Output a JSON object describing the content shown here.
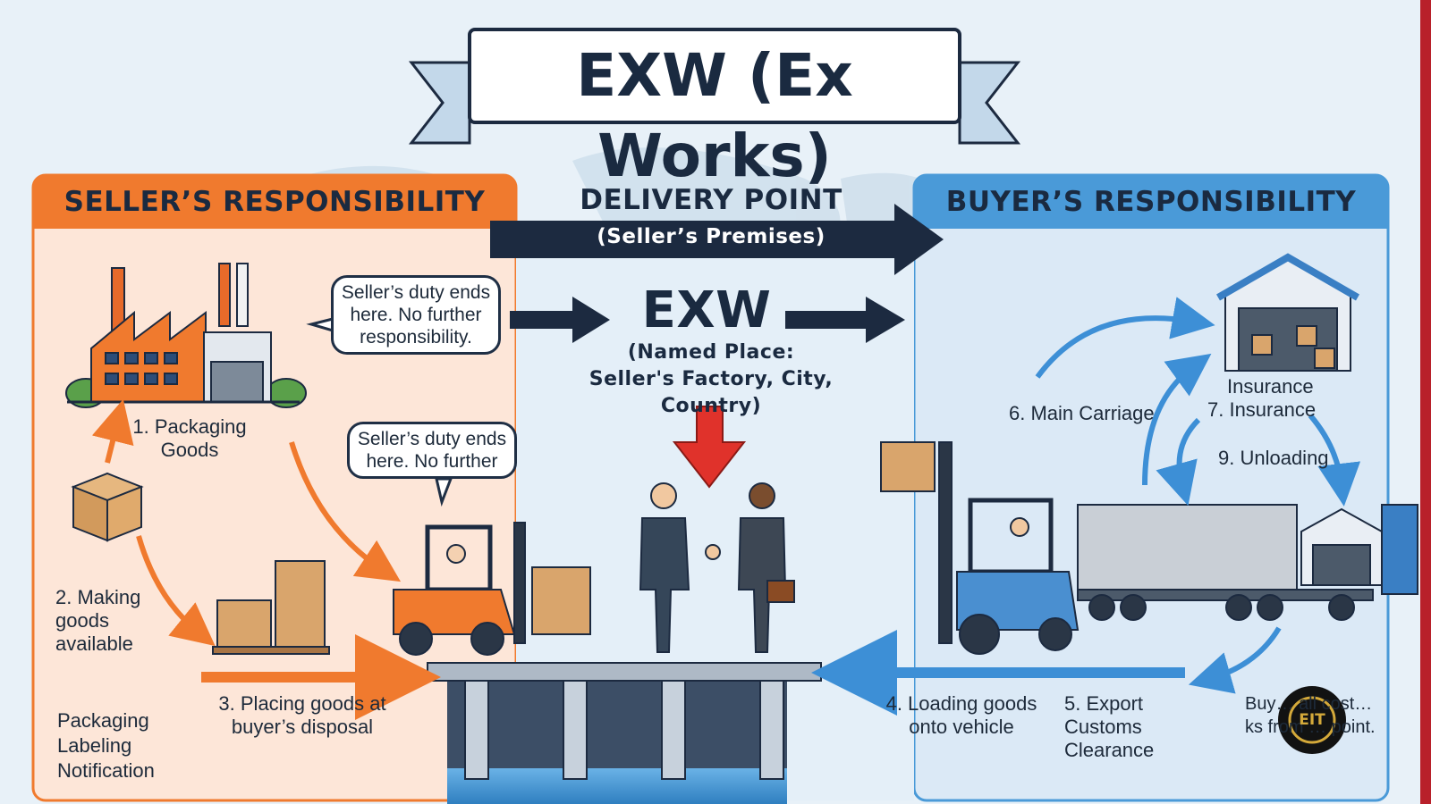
{
  "title": "EXW (Ex Works)",
  "seller": {
    "header": "SELLER’S RESPONSIBILITY",
    "bubble1": "Seller’s duty ends here. No further responsibility.",
    "bubble2": "Seller’s duty ends here.  No further",
    "step1": "1. Packaging Goods",
    "step2": "2. Making goods available",
    "step3": "3. Placing goods at buyer’s disposal",
    "tasks": [
      "Packaging",
      "Labeling",
      "Notification"
    ]
  },
  "delivery": {
    "header": "DELIVERY POINT",
    "sub": "(Seller’s Premises)",
    "term": "EXW",
    "named_place": "(Named Place: Seller's Factory, City, Country)"
  },
  "buyer": {
    "header": "BUYER’S RESPONSIBILITY",
    "step4": "4. Loading goods onto vehicle",
    "step5": "5. Export Customs Clearance",
    "step6": "6. Main Carriage",
    "insurance_top": "Insurance",
    "step7": "7. Insurance",
    "step9": "9. Unloading",
    "note": "Buy… all cost… ks from … point."
  },
  "badge": "EIT",
  "colors": {
    "seller": "#f07a2e",
    "buyer": "#3d8fd6",
    "navy": "#1c2a40",
    "red_arrow": "#e0322b"
  }
}
